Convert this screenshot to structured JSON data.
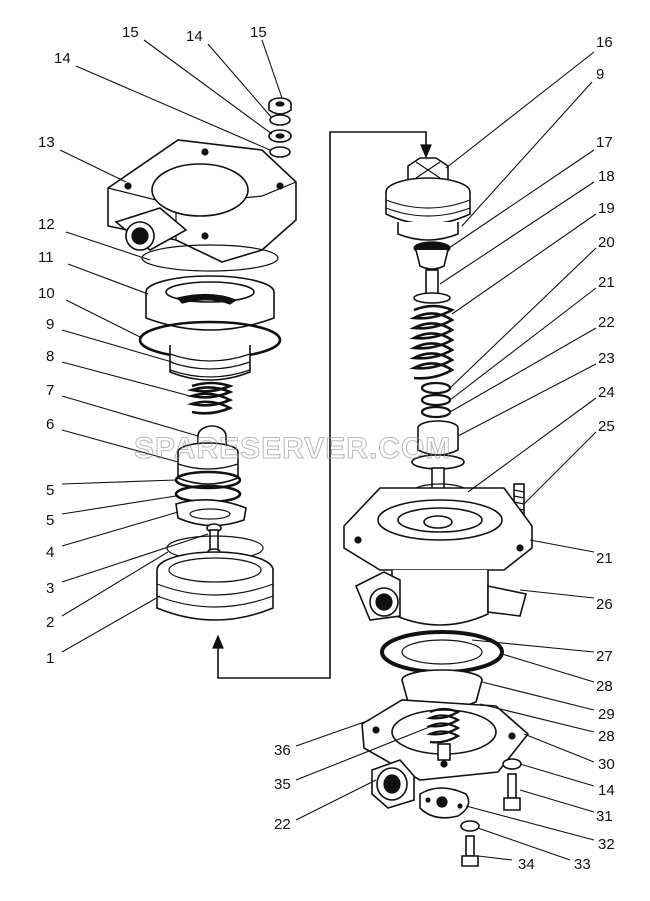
{
  "watermark": "SPARESERVER.COM",
  "callouts": [
    {
      "id": "c15a",
      "text": "15"
    },
    {
      "id": "c14a",
      "text": "14"
    },
    {
      "id": "c15b",
      "text": "15"
    },
    {
      "id": "c14b",
      "text": "14"
    },
    {
      "id": "c13",
      "text": "13"
    },
    {
      "id": "c12",
      "text": "12"
    },
    {
      "id": "c11",
      "text": "11"
    },
    {
      "id": "c10",
      "text": "10"
    },
    {
      "id": "c9a",
      "text": "9"
    },
    {
      "id": "c8",
      "text": "8"
    },
    {
      "id": "c7",
      "text": "7"
    },
    {
      "id": "c6",
      "text": "6"
    },
    {
      "id": "c5a",
      "text": "5"
    },
    {
      "id": "c5b",
      "text": "5"
    },
    {
      "id": "c4",
      "text": "4"
    },
    {
      "id": "c3",
      "text": "3"
    },
    {
      "id": "c2",
      "text": "2"
    },
    {
      "id": "c1",
      "text": "1"
    },
    {
      "id": "c16",
      "text": "16"
    },
    {
      "id": "c9b",
      "text": "9"
    },
    {
      "id": "c17",
      "text": "17"
    },
    {
      "id": "c18",
      "text": "18"
    },
    {
      "id": "c19",
      "text": "19"
    },
    {
      "id": "c20",
      "text": "20"
    },
    {
      "id": "c21a",
      "text": "21"
    },
    {
      "id": "c22a",
      "text": "22"
    },
    {
      "id": "c23",
      "text": "23"
    },
    {
      "id": "c24",
      "text": "24"
    },
    {
      "id": "c25",
      "text": "25"
    },
    {
      "id": "c21b",
      "text": "21"
    },
    {
      "id": "c26",
      "text": "26"
    },
    {
      "id": "c27",
      "text": "27"
    },
    {
      "id": "c28a",
      "text": "28"
    },
    {
      "id": "c29",
      "text": "29"
    },
    {
      "id": "c28b",
      "text": "28"
    },
    {
      "id": "c30",
      "text": "30"
    },
    {
      "id": "c14c",
      "text": "14"
    },
    {
      "id": "c31",
      "text": "31"
    },
    {
      "id": "c32",
      "text": "32"
    },
    {
      "id": "c33",
      "text": "33"
    },
    {
      "id": "c34",
      "text": "34"
    },
    {
      "id": "c36",
      "text": "36"
    },
    {
      "id": "c35",
      "text": "35"
    },
    {
      "id": "c22b",
      "text": "22"
    }
  ]
}
